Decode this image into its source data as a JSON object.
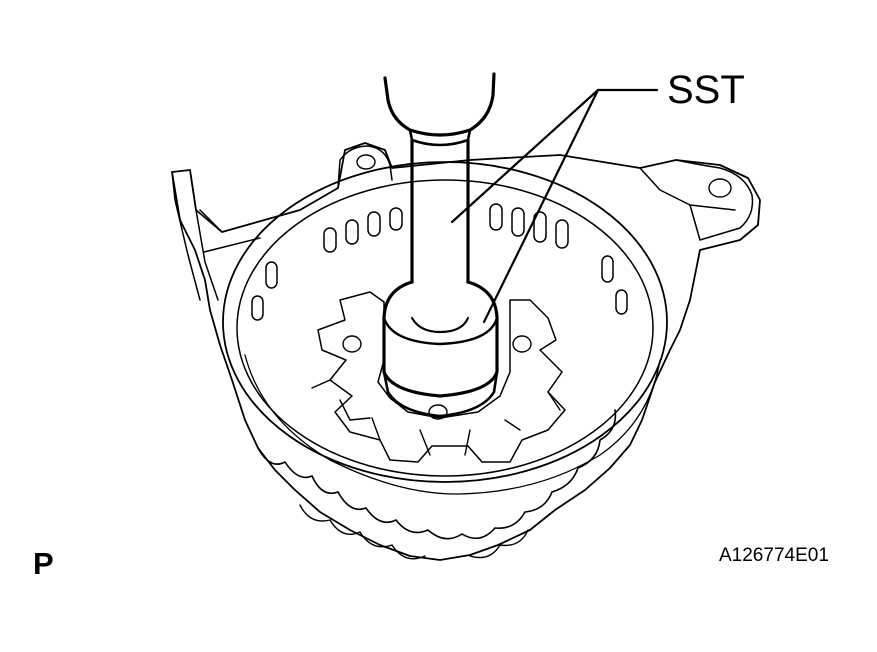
{
  "diagram": {
    "callout_label": "SST",
    "view_label": "P",
    "figure_id": "A126774E01"
  },
  "colors": {
    "ink": "#000000",
    "paper": "#ffffff"
  }
}
